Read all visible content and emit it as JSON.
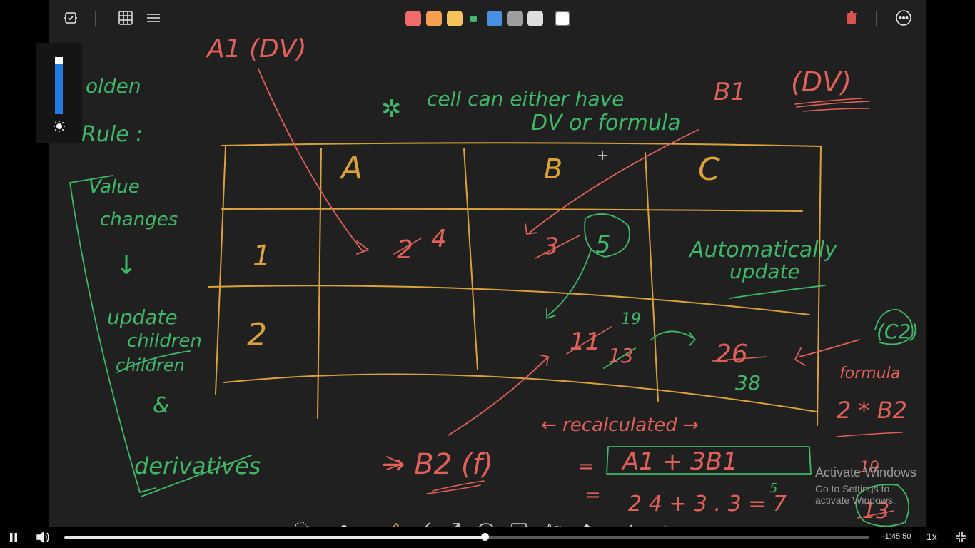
{
  "toolbar": {
    "icons": [
      "shape-recognize-icon",
      "grid-icon",
      "lines-icon",
      "trash-icon",
      "more-icon"
    ],
    "colors": [
      "#f26b6b",
      "#f7a052",
      "#f6c25a",
      "#3fb86a",
      "#4a90e2",
      "#9e9e9e",
      "#dedede",
      "#ffffff"
    ],
    "selected_color": "#ffffff"
  },
  "brightness": {
    "level": 0.95
  },
  "board": {
    "heading_a1": "A1 (DV)",
    "heading_b1": "B1",
    "heading_b1_dv": "(DV)",
    "note_line1": "cell can either have",
    "note_line2": "DV or formula",
    "note_star": "✲",
    "sidebar_partial": "olden",
    "sidebar_rule": "Rule :",
    "sidebar_value": "Value",
    "sidebar_changes": "changes",
    "sidebar_arrow": "↓",
    "sidebar_update": "update",
    "sidebar_children": "children",
    "sidebar_struck": "children",
    "sidebar_amp": "&",
    "sidebar_derivatives": "derivatives",
    "col_a": "A",
    "col_b": "B",
    "col_c": "C",
    "row_1": "1",
    "row_2": "2",
    "a1_old": "2",
    "a1_new": "4",
    "b1_old": "3",
    "b1_new": "5",
    "b2_old1": "11",
    "b2_old2": "13",
    "b2_new": "19",
    "c2_old": "26",
    "c2_new": "38",
    "auto_line1": "Automatically",
    "auto_line2": "update",
    "c2_label": "(C2)",
    "c2_formula_word": "formula",
    "c2_formula": "2 * B2",
    "recalc": "← recalculated →",
    "b2_label": "→ B2 (f)",
    "eq1_prefix": "=",
    "eq1_body": "A1 + 3B1",
    "eq2_prefix": "=",
    "eq2_body": "2 4 + 3 . 3 = 7",
    "eq_result": "13",
    "eq_small_5": "5",
    "eq_small_19": "19"
  },
  "watermark": {
    "title": "Activate Windows",
    "subtitle": "Go to Settings to activate Windows."
  },
  "draw_tools": [
    "lasso-icon",
    "dot-small-icon",
    "dot-large-icon",
    "highlighter-icon",
    "line-icon",
    "arrow-icon",
    "ellipse-icon",
    "rectangle-icon",
    "text-tool-icon",
    "eraser-icon",
    "undo-icon",
    "redo-icon"
  ],
  "player": {
    "progress": 0.522,
    "time_remaining": "-1:45:50",
    "speed": "1x"
  }
}
